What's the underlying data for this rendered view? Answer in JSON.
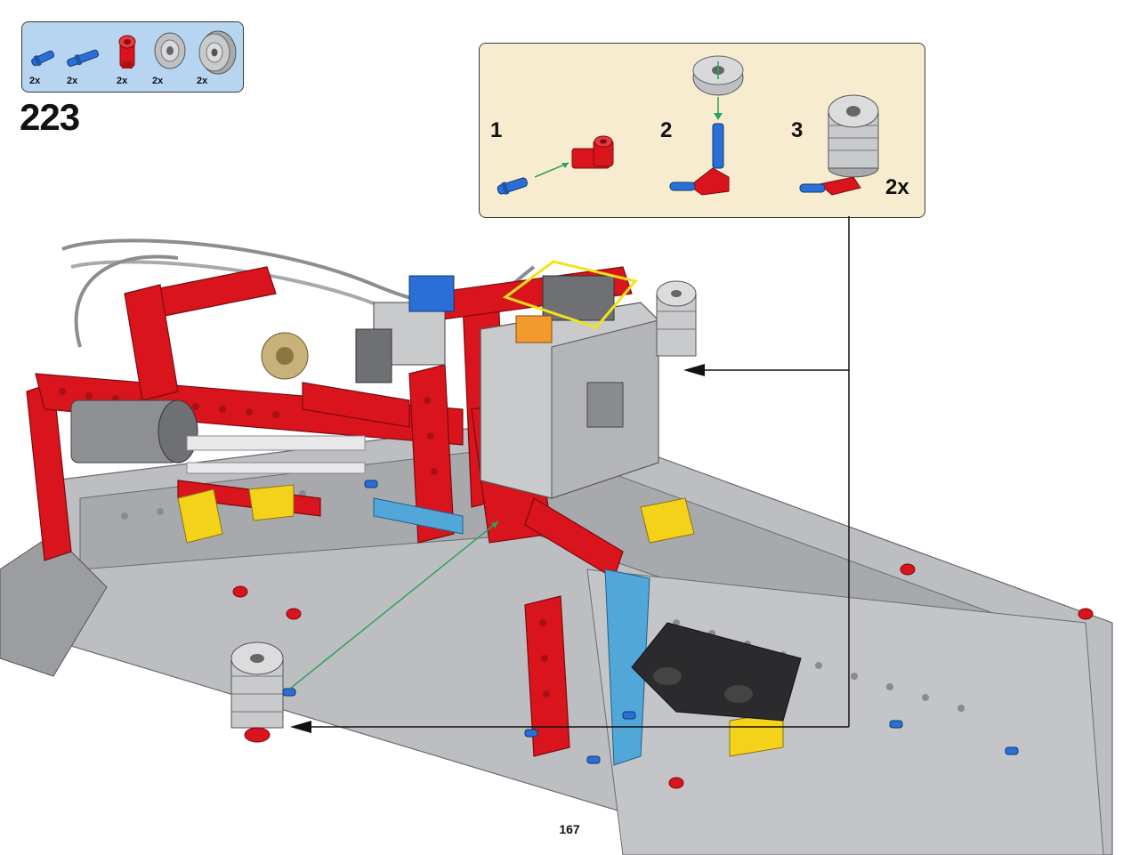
{
  "parts_list": {
    "items": [
      {
        "name": "blue-axle-pin-short-icon",
        "qty": "2x"
      },
      {
        "name": "blue-axle-pin-long-icon",
        "qty": "2x"
      },
      {
        "name": "red-angle-connector-icon",
        "qty": "2x"
      },
      {
        "name": "grey-pulley-icon",
        "qty": "2x"
      },
      {
        "name": "grey-wheel-icon",
        "qty": "2x"
      }
    ]
  },
  "step": {
    "number": "223"
  },
  "callout": {
    "substeps": [
      "1",
      "2",
      "3"
    ],
    "quantity": "2x"
  },
  "page": {
    "number": "167"
  },
  "colors": {
    "parts_box_bg": "#b7d5f1",
    "callout_bg": "#f7ecd0",
    "technic_red": "#d9141c",
    "technic_grey": "#a8a9ad",
    "technic_blue": "#2a6fd6",
    "technic_yellow": "#f4d21a",
    "highlight_yellow": "#f3e21a",
    "guide_green": "#2ba35a"
  }
}
